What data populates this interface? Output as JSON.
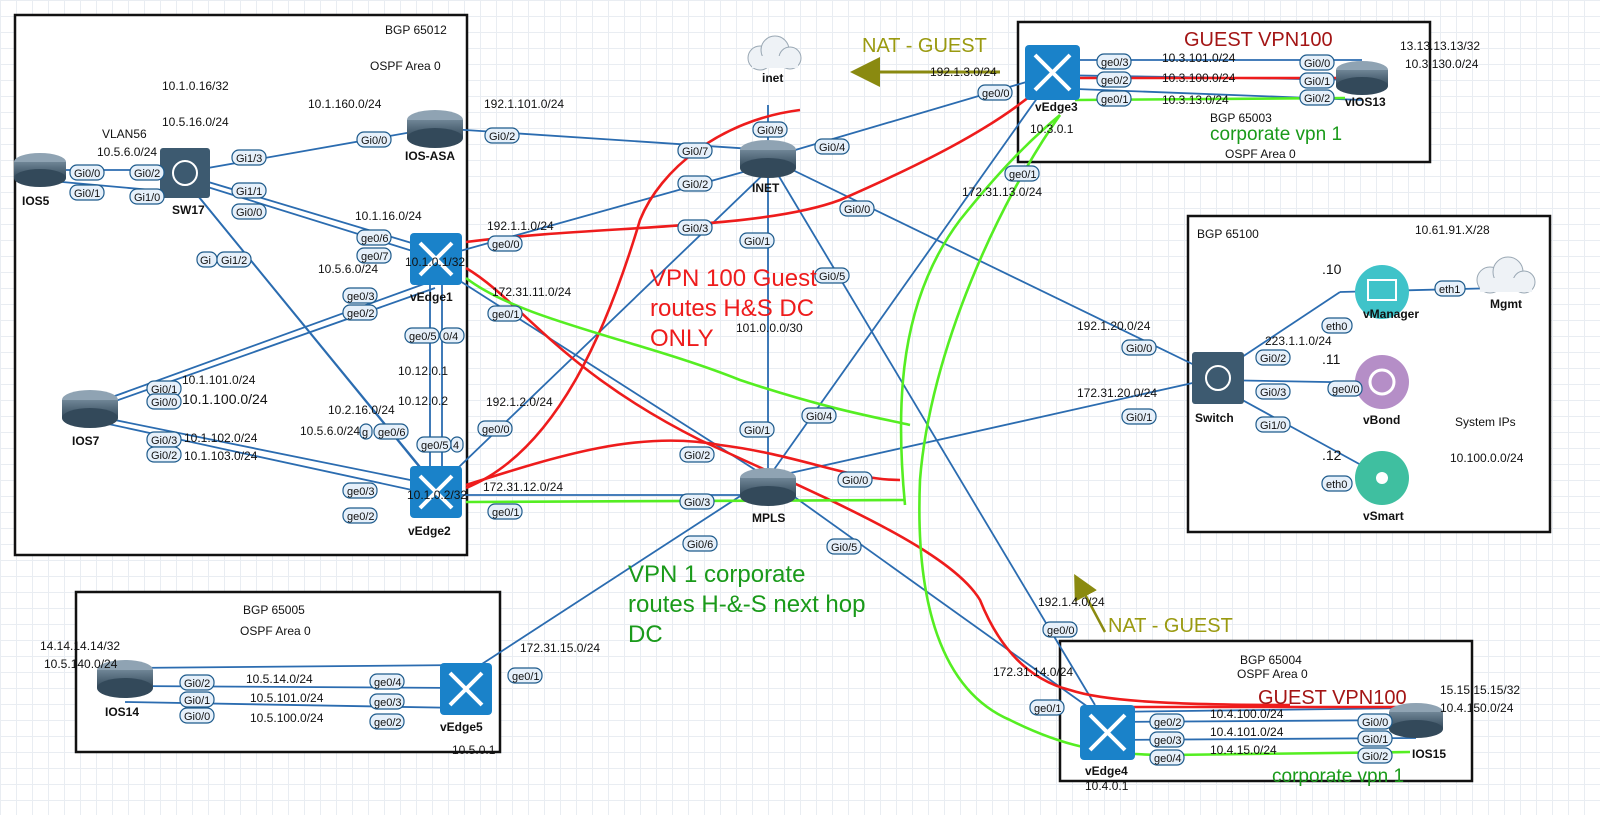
{
  "regions": {
    "dc": {
      "label1": "BGP 65012",
      "label2": "OSPF Area 0"
    },
    "site3": {
      "label1": "BGP 65003",
      "label2": "OSPF Area 0"
    },
    "ctrl": {
      "label1": "BGP 65100",
      "label2": "10.61.91.X/28",
      "label3": "System IPs",
      "label4": "10.100.0.0/24"
    },
    "site5": {
      "label1": "BGP 65005",
      "label2": "OSPF Area 0"
    },
    "site4": {
      "label1": "BGP 65004",
      "label2": "OSPF Area 0"
    }
  },
  "devices": {
    "ios5": "IOS5",
    "sw17": "SW17",
    "ios_asa": "IOS-ASA",
    "vedge1": "vEdge1",
    "ios7": "IOS7",
    "vedge2": "vEdge2",
    "inet": "INET",
    "inet_cloud": "inet",
    "mpls": "MPLS",
    "vedge3": "vEdge3",
    "vios13": "vIOS13",
    "switch": "Switch",
    "vmanager": "vManager",
    "vbond": "vBond",
    "vsmart": "vSmart",
    "mgmt": "Mgmt",
    "ios14": "IOS14",
    "vedge5": "vEdge5",
    "vedge4": "vEdge4",
    "ios15": "IOS15"
  },
  "labels": {
    "a1": "10.1.0.16/32",
    "a2": "10.5.16.0/24",
    "a3": "10.1.160.0/24",
    "a4": "VLAN56",
    "a5": "10.5.6.0/24",
    "a6": "10.1.16.0/24",
    "a7": "10.1.0.1/32",
    "a8": "10.5.6.0/24",
    "a9": "172.31.11.0/24",
    "a10": "10.12.0.1",
    "a11": "10.12.0.2",
    "a12": "10.1.101.0/24",
    "a13": "10.1.100.0/24",
    "a14": "10.2.16.0/24",
    "a15": "10.5.6.0/24",
    "a16": "10.1.102.0/24",
    "a17": "10.1.103.0/24",
    "a18": "10.1.0.2/32",
    "a19": "172.31.12.0/24",
    "a20": "192.1.101.0/24",
    "a21": "192.1.1.0/24",
    "a22": "192.1.2.0/24",
    "a23": "101.0.0.0/30",
    "a24": "192.1.3.0/24",
    "a25": "10.3.101.0/24",
    "a26": "10.3.100.0/24",
    "a27": "10.3.13.0/24",
    "a28": "13.13.13.13/32",
    "a29": "10.3.130.0/24",
    "a30": "10.3.0.1",
    "a31": "172.31.13.0/24",
    "a32": "192.1.20.0/24",
    "a33": "172.31.20.0/24",
    "a34": "223.1.1.0/24",
    "a35": ".10",
    "a36": ".11",
    "a37": ".12",
    "a38": "14.14.14.14/32",
    "a39": "10.5.140.0/24",
    "a40": "10.5.14.0/24",
    "a41": "10.5.101.0/24",
    "a42": "10.5.100.0/24",
    "a43": "10.5.0.1",
    "a44": "172.31.15.0/24",
    "a45": "192.1.4.0/24",
    "a46": "172.31.14.0/24",
    "a47": "10.4.100.0/24",
    "a48": "10.4.101.0/24",
    "a49": "10.4.15.0/24",
    "a50": "15.15.15.15/32",
    "a51": "10.4.150.0/24",
    "a52": "10.4.0.1"
  },
  "ifaces": {
    "i1": "Gi0/0",
    "i2": "Gi0/2",
    "i3": "Gi0/1",
    "i4": "Gi1/0",
    "i5": "Gi1/3",
    "i6": "Gi1/1",
    "i7": "Gi0/0",
    "i8": "Gi",
    "i9": "Gi1/2",
    "i10": "Gi0/0",
    "i11": "Gi0/2",
    "i12": "ge0/6",
    "i13": "ge0/7",
    "i14": "ge0/0",
    "i15": "ge0/3",
    "i16": "ge0/2",
    "i17": "ge0/1",
    "i18": "ge0/5",
    "i19": "0/4",
    "i20": "Gi0/1",
    "i21": "Gi0/0",
    "i22": "Gi0/3",
    "i23": "Gi0/2",
    "i24": "g",
    "i25": "ge0/6",
    "i26": "ge0/5",
    "i27": "4",
    "i28": "ge0/0",
    "i29": "ge0/3",
    "i30": "ge0/2",
    "i31": "ge0/1",
    "i32": "Gi0/9",
    "i33": "Gi0/7",
    "i34": "Gi0/2",
    "i35": "Gi0/3",
    "i36": "Gi0/4",
    "i37": "Gi0/1",
    "i38": "Gi0/5",
    "i39": "Gi0/0",
    "i40": "Gi0/4",
    "i41": "Gi0/1",
    "i42": "Gi0/2",
    "i43": "Gi0/3",
    "i44": "Gi0/0",
    "i45": "Gi0/6",
    "i46": "Gi0/5",
    "i47": "ge0/0",
    "i48": "ge0/3",
    "i49": "ge0/2",
    "i50": "ge0/1",
    "i51": "Gi0/0",
    "i52": "Gi0/1",
    "i53": "Gi0/2",
    "i54": "ge0/1",
    "i55": "Gi0/0",
    "i56": "Gi0/1",
    "i57": "Gi0/2",
    "i58": "Gi0/3",
    "i59": "Gi1/0",
    "i60": "eth0",
    "i61": "eth1",
    "i62": "ge0/0",
    "i63": "eth0",
    "i64": "Gi0/2",
    "i65": "Gi0/1",
    "i66": "Gi0/0",
    "i67": "ge0/4",
    "i68": "ge0/3",
    "i69": "ge0/2",
    "i70": "ge0/1",
    "i71": "ge0/0",
    "i72": "ge0/1",
    "i73": "ge0/2",
    "i74": "ge0/3",
    "i75": "ge0/4",
    "i76": "Gi0/0",
    "i77": "Gi0/1",
    "i78": "Gi0/2"
  },
  "notes": {
    "vpn100": [
      "VPN 100 Guest",
      "routes H&S DC",
      "ONLY"
    ],
    "vpn1": [
      "VPN 1 corporate",
      "routes H-&-S next hop",
      "DC"
    ],
    "nat_top": "NAT - GUEST",
    "nat_bottom": "NAT - GUEST",
    "guest_top": "GUEST VPN100",
    "guest_bottom": "GUEST VPN100",
    "corp_top": "corporate vpn 1",
    "corp_bottom": "corporate vpn 1"
  },
  "colors": {
    "link": "#2b6cb0",
    "guest_route": "#ee1c1c",
    "corp_route": "#55ee22",
    "nat_arrow": "#8a8a10"
  }
}
